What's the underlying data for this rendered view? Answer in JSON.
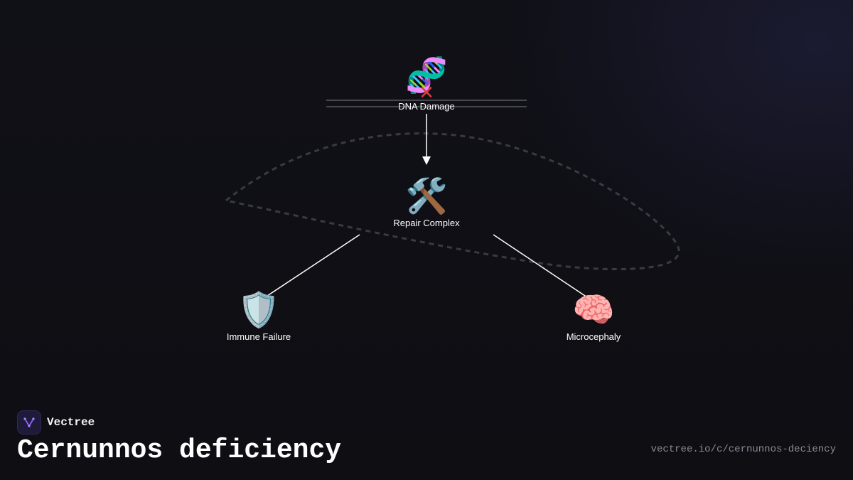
{
  "diagram": {
    "nodes": [
      {
        "id": "dna",
        "label": "DNA Damage",
        "icon": "dna-icon",
        "glyph": "🧬",
        "marker": "✕",
        "marker_color": "#e53b3b"
      },
      {
        "id": "repair",
        "label": "Repair Complex",
        "icon": "hammer-wrench-icon",
        "glyph": "🛠️"
      },
      {
        "id": "immune",
        "label": "Immune Failure",
        "icon": "shield-icon",
        "glyph": "🛡️"
      },
      {
        "id": "micro",
        "label": "Microcephaly",
        "icon": "brain-icon",
        "glyph": "🧠"
      }
    ],
    "edges": [
      {
        "from": "dna",
        "to": "repair",
        "arrow": true
      },
      {
        "from": "repair",
        "to": "immune",
        "arrow": false
      },
      {
        "from": "repair",
        "to": "micro",
        "arrow": false
      }
    ]
  },
  "brand": {
    "name": "Vectree",
    "accent": "#8b5cf6"
  },
  "title": "Cernunnos deficiency",
  "url": "vectree.io/c/cernunnos-deciency",
  "colors": {
    "background": "#0f0f14",
    "edge": "#ffffff",
    "dashed_loop": "#3a3a42",
    "url_text": "#8a8a96"
  }
}
